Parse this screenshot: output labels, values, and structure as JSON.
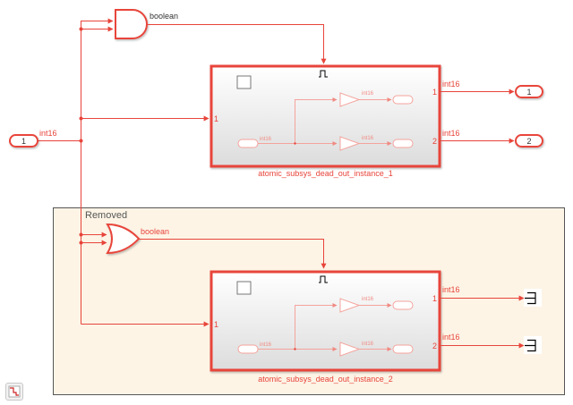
{
  "diagram": {
    "colors": {
      "signal": "#e8443a",
      "faint_signal": "#f4a39c",
      "area_fill": "#fdf4e6",
      "area_border": "#555555",
      "subsystem_fill_top": "#ffffff",
      "subsystem_fill_bottom": "#dcdcdc"
    },
    "inport": {
      "label": "1",
      "signal_type": "int16"
    },
    "top_section": {
      "logic_gate": {
        "type": "AND",
        "output_type": "boolean"
      },
      "subsystem": {
        "name": "atomic_subsys_dead_out_instance_1",
        "input_port": "1",
        "output_ports": [
          "1",
          "2"
        ],
        "output_types": [
          "int16",
          "int16"
        ],
        "trigger_icon": "trigger-pulse-icon",
        "inner": {
          "in_type": "int16",
          "gain_out_types": [
            "int16",
            "int16"
          ]
        }
      },
      "outports": [
        {
          "label": "1"
        },
        {
          "label": "2"
        }
      ]
    },
    "removed_area": {
      "title": "Removed",
      "logic_gate": {
        "type": "OR",
        "output_type": "boolean"
      },
      "subsystem": {
        "name": "atomic_subsys_dead_out_instance_2",
        "input_port": "1",
        "output_ports": [
          "1",
          "2"
        ],
        "output_types": [
          "int16",
          "int16"
        ],
        "trigger_icon": "trigger-pulse-icon",
        "inner": {
          "in_type": "int16",
          "gain_out_types": [
            "int16",
            "int16"
          ]
        }
      },
      "terminators": [
        "terminator-icon",
        "terminator-icon"
      ]
    },
    "corner_button": {
      "icon": "signal-step-icon"
    }
  }
}
